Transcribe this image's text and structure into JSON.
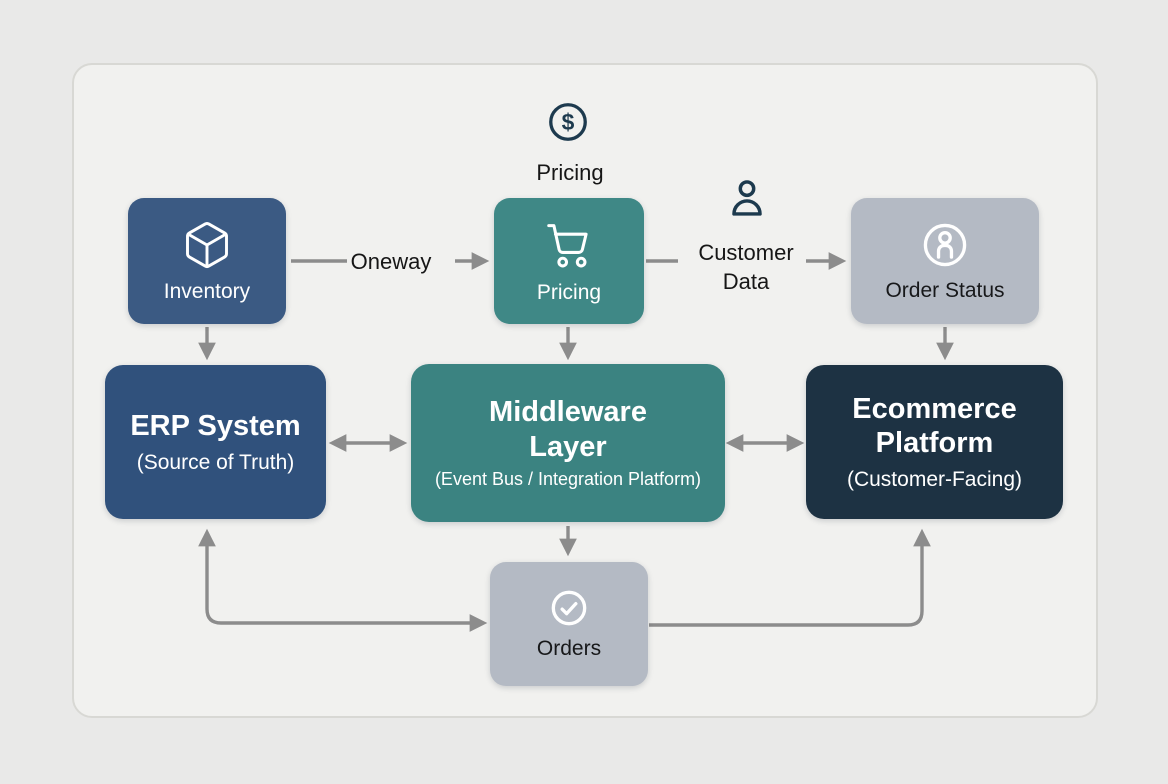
{
  "nodes": {
    "inventory": {
      "label": "Inventory",
      "icon": "cube-icon",
      "color": "#3b5a83"
    },
    "pricing": {
      "label": "Pricing",
      "icon": "shopping-cart-icon",
      "color": "#3f8886"
    },
    "order_status": {
      "label": "Order Status",
      "icon": "user-circle-icon",
      "color": "#b4bac4"
    },
    "erp": {
      "title": "ERP System",
      "subtitle": "(Source of Truth)",
      "color": "#30517c"
    },
    "middleware": {
      "title": "Middleware Layer",
      "subtitle": "(Event Bus / Integration Platform)",
      "color": "#3b8381"
    },
    "ecommerce": {
      "title": "Ecommerce Platform",
      "subtitle": "(Customer-Facing)",
      "color": "#1d3243"
    },
    "orders": {
      "label": "Orders",
      "icon": "check-circle-icon",
      "color": "#b4bac4"
    }
  },
  "annotations": {
    "pricing_flow": {
      "label": "Pricing",
      "icon": "dollar-circle-icon",
      "dollar_glyph": "$"
    },
    "oneway": {
      "label": "Oneway"
    },
    "customer_data": {
      "label": "Customer Data",
      "icon": "person-icon"
    }
  },
  "colors": {
    "arrow": "#8c8c8c",
    "icon_navy": "#1d3a4e",
    "text_dark": "#161616",
    "canvas_bg": "#f1f1ef",
    "page_bg": "#e9e9e8"
  }
}
